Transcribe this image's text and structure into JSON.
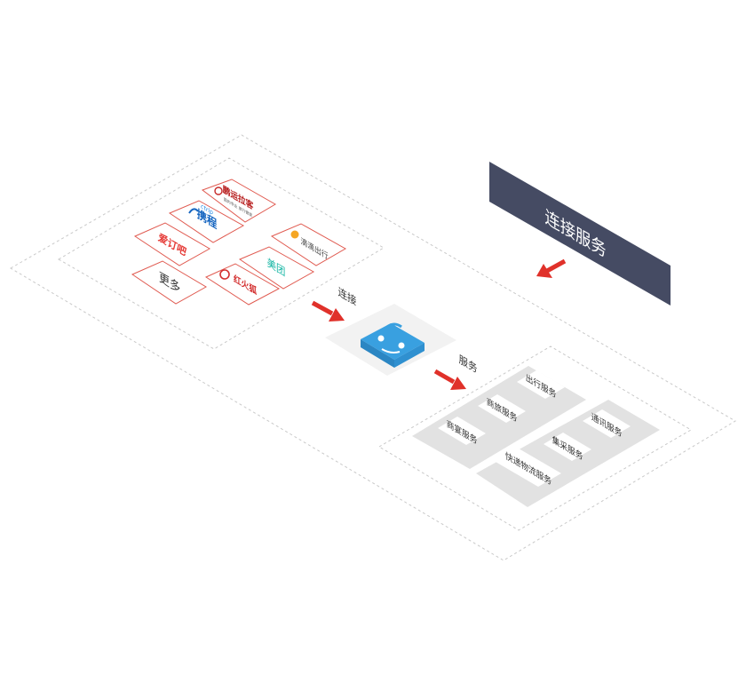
{
  "banner": {
    "label": "连接服务",
    "color": "#454b63"
  },
  "accent": {
    "arrow_red": "#e0312a",
    "logo_red": "#d9352c",
    "mascot_blue": "#39a0e0"
  },
  "labels": {
    "connect": "连接",
    "service": "服务"
  },
  "partners": [
    {
      "name": "鹏运拉客",
      "sub": "国内专业 旅行管家"
    },
    {
      "name": "携程",
      "sub": "ctrip"
    },
    {
      "name": "滴滴出行",
      "sub": ""
    },
    {
      "name": "爱订吧",
      "sub": ""
    },
    {
      "name": "美团",
      "sub": ""
    },
    {
      "name": "红火狐",
      "sub": ""
    },
    {
      "name": "更多",
      "sub": ""
    }
  ],
  "services": [
    {
      "name": "出行服务"
    },
    {
      "name": "商旅服务"
    },
    {
      "name": "商宴服务"
    },
    {
      "name": "通讯服务"
    },
    {
      "name": "集采服务"
    },
    {
      "name": "快递物流服务"
    }
  ]
}
